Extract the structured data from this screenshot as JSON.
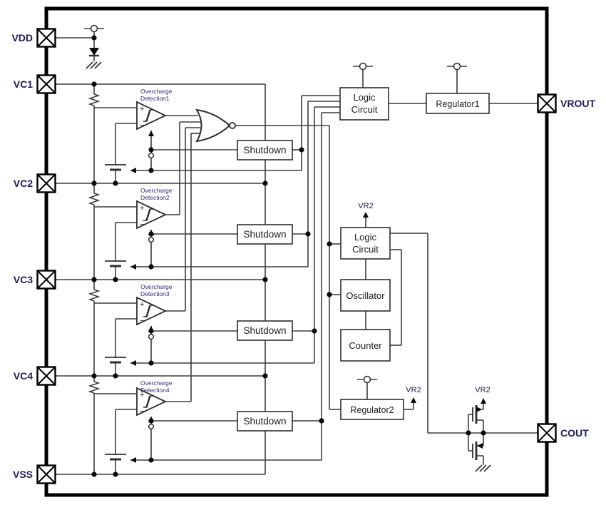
{
  "pins": {
    "left": [
      {
        "label": "VDD"
      },
      {
        "label": "VC1"
      },
      {
        "label": "VC2"
      },
      {
        "label": "VC3"
      },
      {
        "label": "VC4"
      },
      {
        "label": "VSS"
      }
    ],
    "right": [
      {
        "label": "VROUT"
      },
      {
        "label": "COUT"
      }
    ]
  },
  "detectors": [
    {
      "line1": "Overcharge",
      "line2": "Detection1"
    },
    {
      "line1": "Overcharge",
      "line2": "Detection2"
    },
    {
      "line1": "Overcharge",
      "line2": "Detection3"
    },
    {
      "line1": "Overcharge",
      "line2": "Detection4"
    }
  ],
  "shutdown_blocks": [
    {
      "label": "Shutdown"
    },
    {
      "label": "Shutdown"
    },
    {
      "label": "Shutdown"
    },
    {
      "label": "Shutdown"
    }
  ],
  "logic_circuit1": {
    "line1": "Logic",
    "line2": "Circuit"
  },
  "regulator1": {
    "label": "Regulator1"
  },
  "logic_circuit2": {
    "line1": "Logic",
    "line2": "Circuit"
  },
  "oscillator": {
    "label": "Oscillator"
  },
  "counter": {
    "label": "Counter"
  },
  "regulator2": {
    "label": "Regulator2"
  },
  "net_labels": {
    "logic2_vr2": "VR2",
    "regulator2_vr2": "VR2",
    "output_stage_vr2": "VR2"
  },
  "symbols": {
    "plus": "+",
    "minus": "−"
  },
  "colors": {
    "background": "#ffffff",
    "border": "#000000",
    "wire": "#3d3d3d",
    "outline": "#2e2e2e",
    "dot": "#0a0a0a",
    "pin_label": "#1b1b5a",
    "detector_label": "#2c2c74",
    "block_label": "#1c1c1c",
    "net_label": "#20204a"
  }
}
